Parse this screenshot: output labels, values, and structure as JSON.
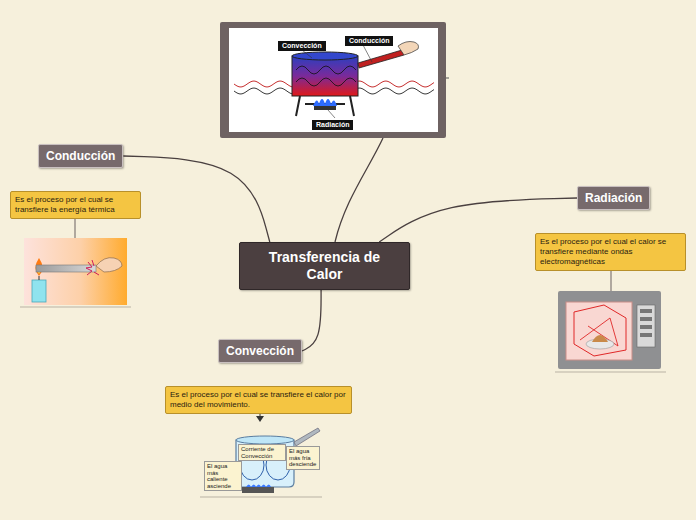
{
  "diagram": {
    "nodes": [
      {
        "text": [
          "Transferencia de Calor"
        ]
      },
      {
        "text": [
          "Conducción"
        ]
      },
      {
        "text": [
          "Es el proceso por el cual se transfiere la energía térmica"
        ]
      },
      {
        "text": [
          "Radiación"
        ]
      },
      {
        "text": [
          "Es el proceso por el cual el calor se transfiere mediante ondas electromagnéticas"
        ]
      },
      {
        "text": [
          "Convección"
        ]
      },
      {
        "text": [
          "Es el proceso por el cual se transfiere el calor por medio del movimiento."
        ]
      }
    ],
    "edges": [
      {
        "from": 0,
        "to": 1,
        "arrow": "none"
      },
      {
        "from": 0,
        "to": 3,
        "arrow": "none"
      },
      {
        "from": 0,
        "to": 5,
        "arrow": "none"
      }
    ],
    "labels": [
      "Convección",
      "Conducción",
      "Radiación",
      "Corriente de Convección",
      "El agua más fría desciende",
      "El agua más caliente asciende"
    ]
  }
}
